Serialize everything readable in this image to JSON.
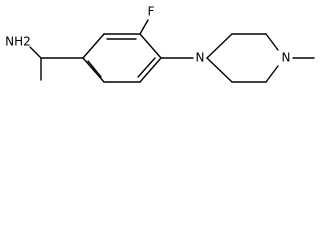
{
  "molecule": {
    "atoms": {
      "amine": "NH2",
      "fluorine": "F",
      "piperazine_n1": "N",
      "piperazine_n4": "N"
    }
  }
}
